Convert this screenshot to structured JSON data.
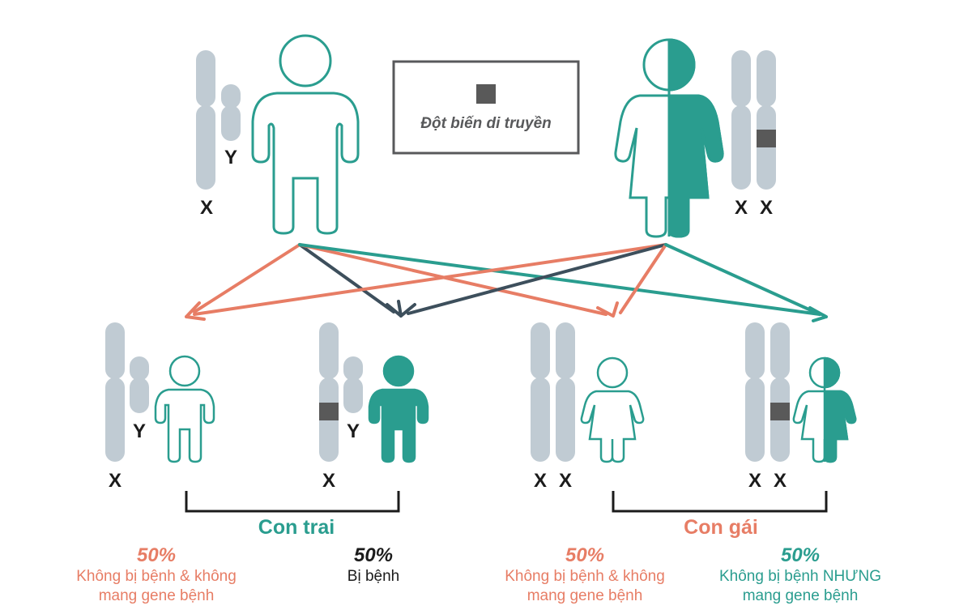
{
  "colors": {
    "teal": "#2a9d8f",
    "salmon": "#e77d65",
    "dark": "#3d4f5c",
    "chromosome": "#c0cbd3",
    "mutation": "#595959",
    "ink": "#1b1b1b"
  },
  "legend": {
    "label": "Đột biến di truyền"
  },
  "parents": {
    "father": {
      "chromosomes": [
        "X",
        "Y"
      ]
    },
    "mother": {
      "chromosomes": [
        "X",
        "X"
      ]
    }
  },
  "children": [
    {
      "chromosomes": [
        "X",
        "Y"
      ]
    },
    {
      "chromosomes": [
        "X",
        "Y"
      ]
    },
    {
      "chromosomes": [
        "X",
        "X"
      ]
    },
    {
      "chromosomes": [
        "X",
        "X"
      ]
    }
  ],
  "groups": {
    "sons": "Con trai",
    "daughters": "Con gái"
  },
  "outcomes": [
    {
      "percent": "50%",
      "line1": "Không bị bệnh & không",
      "line2": "mang gene bệnh"
    },
    {
      "percent": "50%",
      "line1": "Bị bệnh",
      "line2": ""
    },
    {
      "percent": "50%",
      "line1": "Không bị bệnh & không",
      "line2": "mang gene bệnh"
    },
    {
      "percent": "50%",
      "line1": "Không bị bệnh NHƯNG",
      "line2": "mang gene bệnh"
    }
  ]
}
